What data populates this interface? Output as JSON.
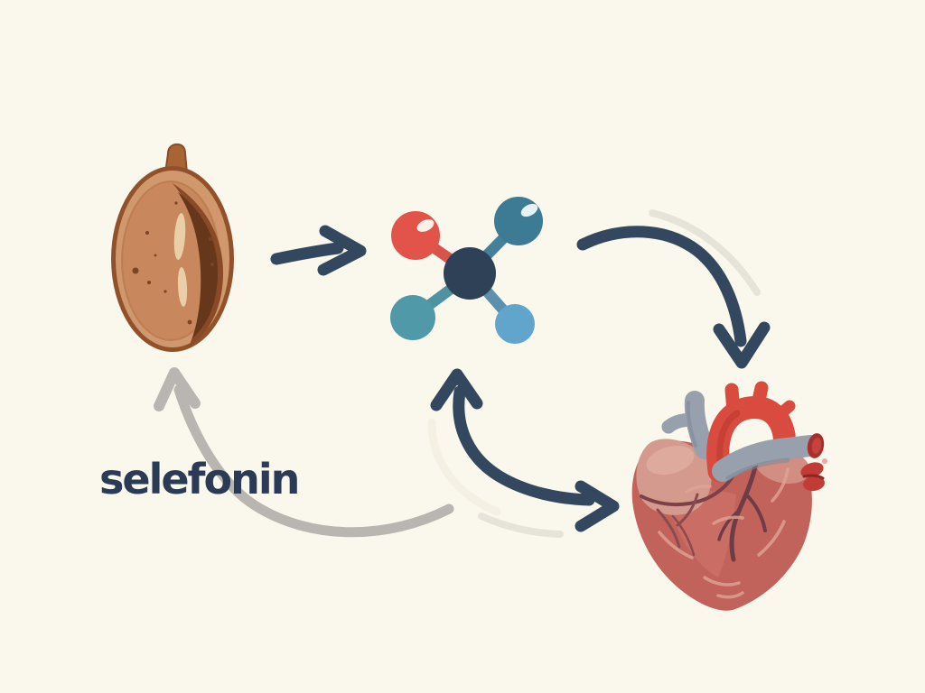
{
  "scene": {
    "background": "#faf7ec",
    "label": {
      "text": "selefonin",
      "color": "#2b3a55"
    },
    "nodes": {
      "seed": {
        "name": "seed cross-section illustration"
      },
      "molecule": {
        "name": "ball-and-stick molecule illustration"
      },
      "heart": {
        "name": "anatomical human heart illustration"
      }
    },
    "flow": [
      {
        "from": "seed",
        "to": "molecule",
        "arrow": "straight",
        "color": "#33475e"
      },
      {
        "from": "molecule",
        "to": "heart",
        "arrow": "curved-down",
        "color": "#33475e"
      },
      {
        "from": "molecule",
        "to": "heart",
        "arrow": "curved-double-headed",
        "color": "#33475e"
      },
      {
        "from": "label-area",
        "to": "seed",
        "arrow": "curved-up",
        "color": "#b9b6b2"
      }
    ]
  },
  "colors": {
    "navy": "#33475e",
    "gray_arrow": "#b9b6b2",
    "echo": "#e6e3d8",
    "echo_light": "#f4f0e3",
    "atom_center": "#2e4156",
    "atom_red": "#e25449",
    "atom_teal_dark": "#3d7a94",
    "atom_teal": "#4f99a8",
    "atom_blue": "#61a5cc",
    "bond_red": "#d8544a",
    "bond_teal_dark": "#44809a",
    "bond_teal": "#4f93a2",
    "bond_blue": "#5d90ad",
    "seed_outline": "#91522b",
    "seed_rim": "#d0986c",
    "seed_inner": "#c8875c",
    "seed_dark": "#66371b",
    "seed_dark2": "#8a4a26",
    "seed_light": "#ecd2ac",
    "seed_stem": "#a96434",
    "heart_body": "#c2635b",
    "heart_body_light": "#cb7068",
    "heart_atrium": "#d49a8e",
    "heart_atrium_light": "#dfaca0",
    "heart_right_pink": "#d28e82",
    "heart_highlight": "#e0a495",
    "aorta_red": "#d84b3e",
    "aorta_shadow": "#c13c31",
    "vessel_gray": "#97a0ac",
    "vessel_gray_dark": "#7e8897",
    "cut_red": "#a8302c",
    "cut_red_light": "#c4433c",
    "appendage_red": "#c23b35",
    "crease": "#7c4148",
    "coronary": "#6f3c46"
  }
}
